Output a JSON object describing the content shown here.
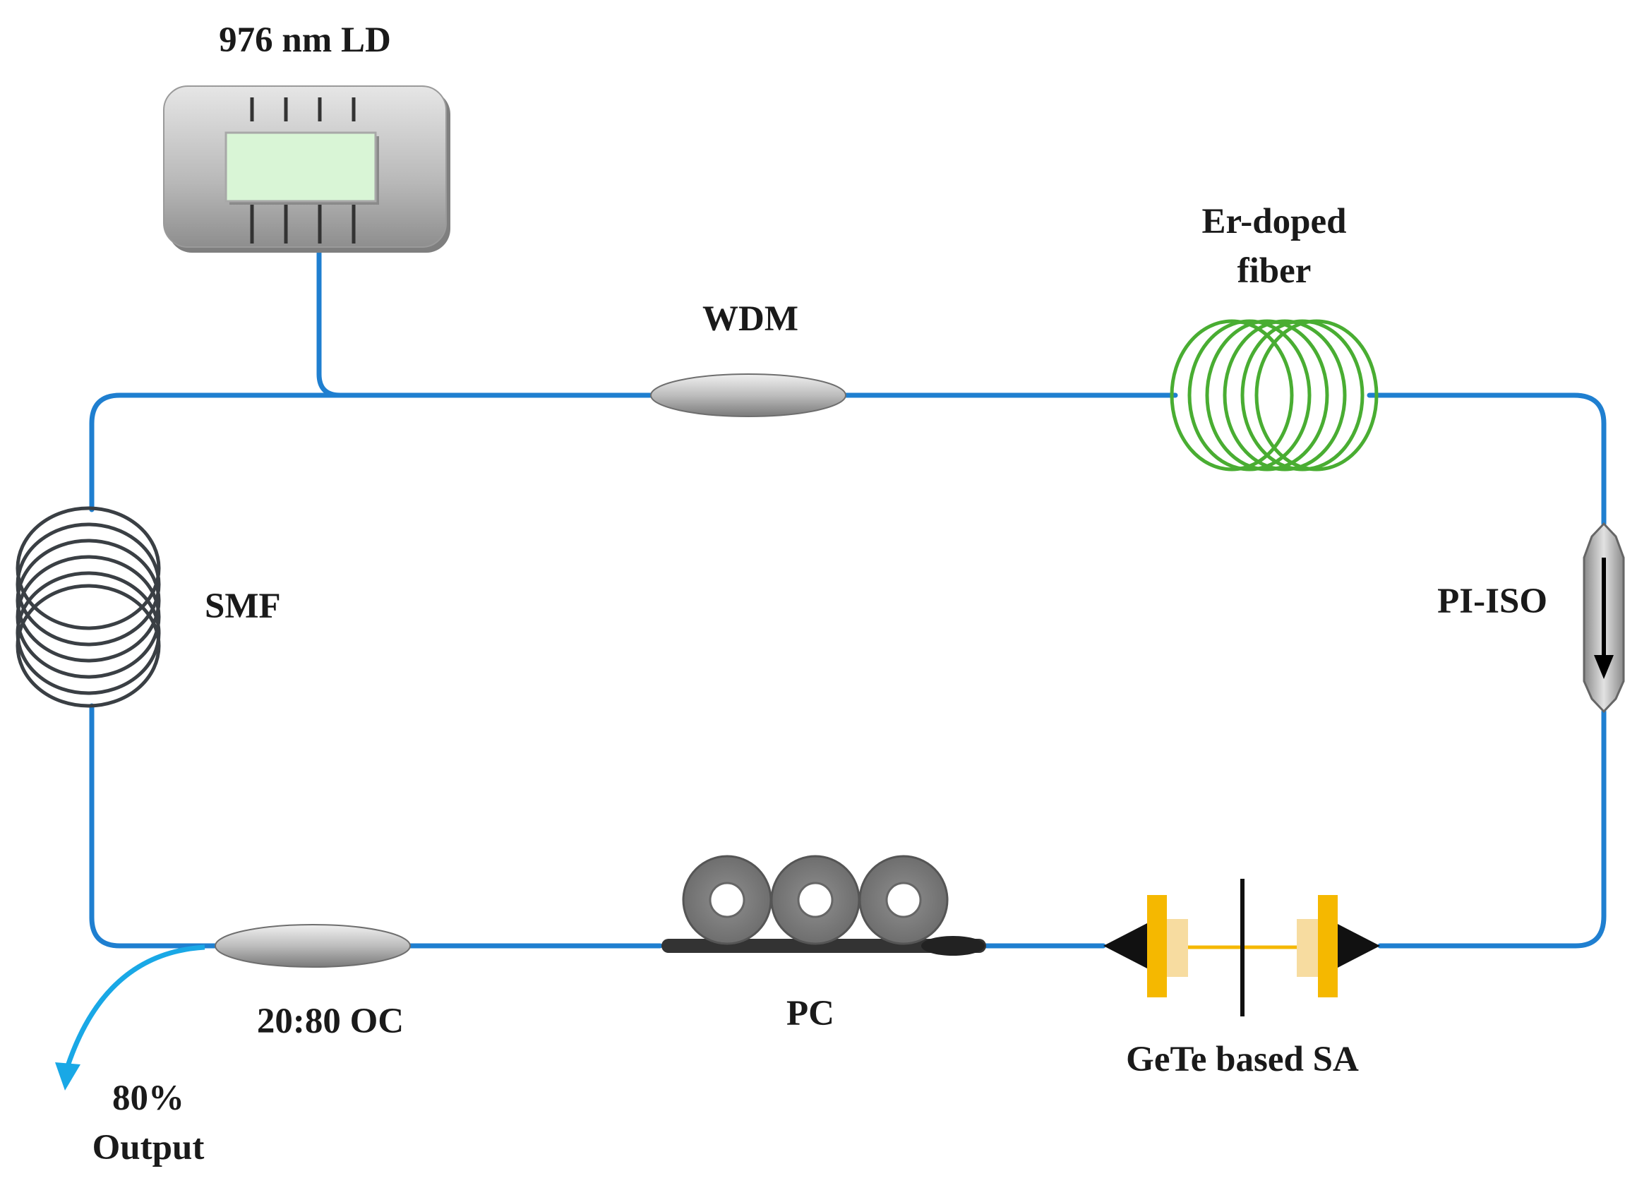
{
  "labels": {
    "laser_diode": "976 nm LD",
    "wdm": "WDM",
    "edf_line1": "Er-doped",
    "edf_line2": "fiber",
    "smf": "SMF",
    "isolator": "PI-ISO",
    "coupler": "20:80 OC",
    "polarization_controller": "PC",
    "saturable_absorber": "GeTe based SA",
    "output_line1": "80%",
    "output_line2": "Output"
  },
  "colors": {
    "fiber": "#1f7fd0",
    "output_arrow": "#19a8e6",
    "er_doped_fiber": "#49ad32",
    "smf_coil": "#3a3f44",
    "component_grey": "#b5b5b5",
    "connector_yellow": "#f5b800"
  }
}
